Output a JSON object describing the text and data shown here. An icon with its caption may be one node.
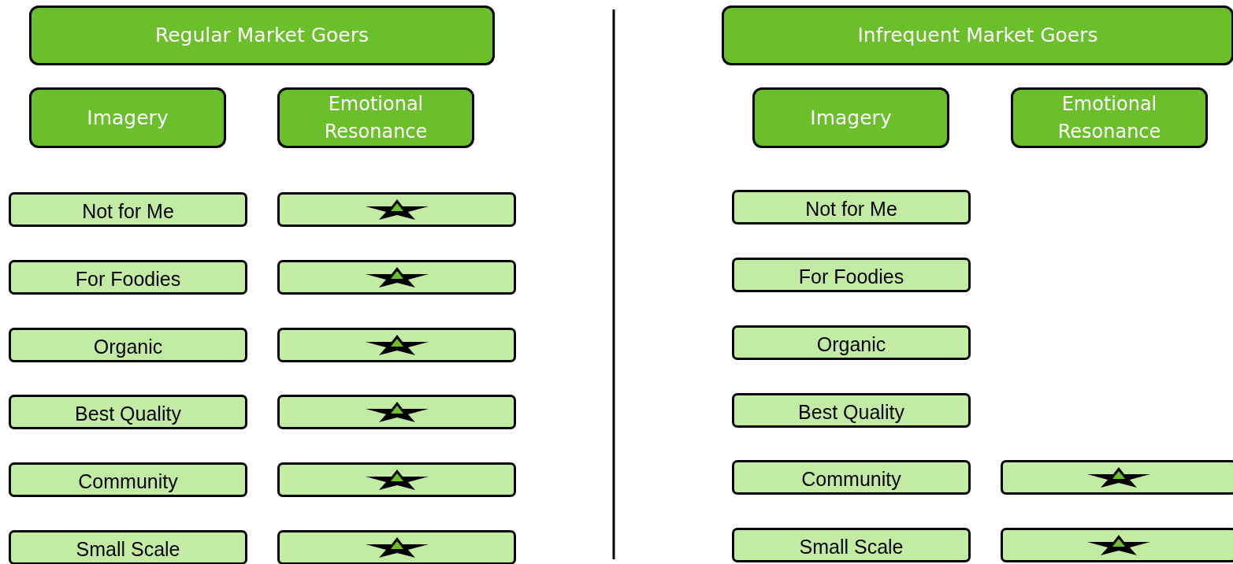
{
  "diagram": {
    "nodes": [
      {
        "text": [
          "Regular Market Goers"
        ]
      },
      {
        "text": [
          "Imagery"
        ]
      },
      {
        "text": [
          "Emotional Resonance"
        ]
      },
      {
        "text": [
          "Not for Me"
        ]
      },
      {
        "text": [],
        "shape": "box"
      },
      {
        "text": [
          "For Foodies"
        ]
      },
      {
        "text": [],
        "shape": "box"
      },
      {
        "text": [
          "Organic"
        ]
      },
      {
        "text": [],
        "shape": "box"
      },
      {
        "text": [
          "Best Quality"
        ]
      },
      {
        "text": [],
        "shape": "box"
      },
      {
        "text": [
          "Community"
        ]
      },
      {
        "text": [],
        "shape": "box"
      },
      {
        "text": [
          "Small Scale"
        ]
      },
      {
        "text": [],
        "shape": "box"
      },
      {
        "text": [
          "Infrequent Market Goers"
        ]
      },
      {
        "text": [
          "Imagery"
        ]
      },
      {
        "text": [
          "Emotional Resonance"
        ]
      },
      {
        "text": [
          "Not for Me"
        ]
      },
      {
        "text": [
          "For Foodies"
        ]
      },
      {
        "text": [
          "Organic"
        ]
      },
      {
        "text": [
          "Best Quality"
        ]
      },
      {
        "text": [
          "Community"
        ]
      },
      {
        "text": [],
        "shape": "box"
      },
      {
        "text": [
          "Small Scale"
        ]
      },
      {
        "text": [],
        "shape": "box"
      }
    ]
  }
}
